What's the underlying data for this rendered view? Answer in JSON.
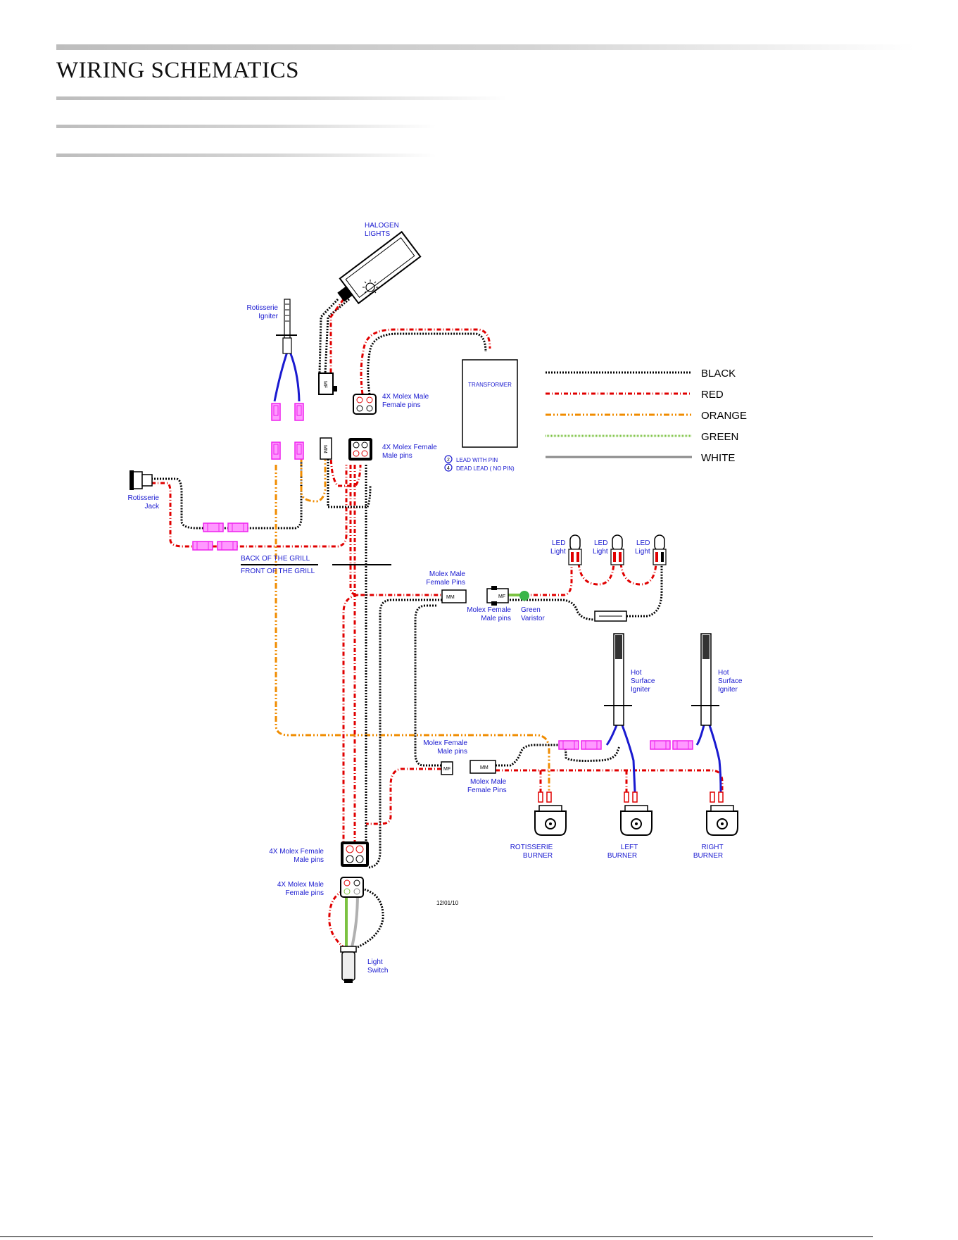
{
  "page": {
    "title": "WIRING SCHEMATICS"
  },
  "labels": {
    "halogen_1": "HALOGEN",
    "halogen_2": "LIGHTS",
    "rot_igniter_1": "Rotisserie",
    "rot_igniter_2": "Igniter",
    "molex_male_top_1": "4X Molex Male",
    "molex_male_top_2": "Female pins",
    "transformer": "TRANSFORMER",
    "molex_female_top_1": "4X Molex Female",
    "molex_female_top_2": "Male pins",
    "lead_with_pin": "LEAD WITH PIN",
    "dead_lead": "DEAD LEAD  ( NO PIN)",
    "rot_jack_1": "Rotisserie",
    "rot_jack_2": "Jack",
    "back_of_grill": "BACK OF THE GRILL",
    "front_of_grill": "FRONT OF THE GRILL",
    "molex_male_fp_1": "Molex Male",
    "molex_male_fp_2": "Female Pins",
    "molex_female_mp_1": "Molex Female",
    "molex_female_mp_2": "Male pins",
    "green_varistor_1": "Green",
    "green_varistor_2": "Varistor",
    "led_1": "LED",
    "led_2": "Light",
    "hot_1": "Hot",
    "hot_2": "Surface",
    "hot_3": "Igniter",
    "molex_female_mid_1": "Molex Female",
    "molex_female_mid_2": "Male pins",
    "molex_male_mid_1": "Molex Male",
    "molex_male_mid_2": "Female Pins",
    "rot_burner_1": "ROTISSERIE",
    "rot_burner_2": "BURNER",
    "left_burner_1": "LEFT",
    "left_burner_2": "BURNER",
    "right_burner_1": "RIGHT",
    "right_burner_2": "BURNER",
    "molex_female_bot_1": "4X Molex Female",
    "molex_female_bot_2": "Male pins",
    "molex_male_bot_1": "4X Molex Male",
    "molex_male_bot_2": "Female pins",
    "date": "12/01/10",
    "light_switch_1": "Light",
    "light_switch_2": "Switch",
    "mf": "MF",
    "mm": "MM",
    "pin_2": "2",
    "pin_4": "4"
  },
  "legend": [
    {
      "label": "BLACK",
      "color": "#000000"
    },
    {
      "label": "RED",
      "color": "#e00000"
    },
    {
      "label": "ORANGE",
      "color": "#f08c00"
    },
    {
      "label": "GREEN",
      "color": "#7cc242"
    },
    {
      "label": "WHITE",
      "color": "#8a8a8a"
    }
  ],
  "colors": {
    "black": "#000000",
    "red": "#e00000",
    "orange": "#f08c00",
    "green": "#7cc242",
    "white_wire": "#b0b0b0",
    "blue": "#1a1ad0",
    "magenta": "#ee22ee"
  }
}
